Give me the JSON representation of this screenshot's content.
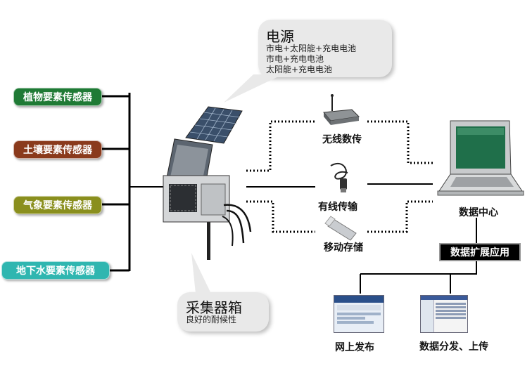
{
  "power": {
    "title": "电源",
    "lines": [
      "市电+太阳能+充电电池",
      "市电+充电电池",
      "太阳能+充电电池"
    ]
  },
  "sensors": [
    {
      "label": "植物要素传感器",
      "color": "#1f7a35"
    },
    {
      "label": "土壤要素传感器",
      "color": "#8a3a1c"
    },
    {
      "label": "气象要素传感器",
      "color": "#8a8f1e"
    },
    {
      "label": "地下水要素传感器",
      "color": "#2fb6b0"
    }
  ],
  "collector": {
    "title": "采集器箱",
    "subtitle": "良好的耐候性"
  },
  "links": {
    "wireless": "无线数传",
    "wired": "有线传输",
    "mobile": "移动存储"
  },
  "datacenter": {
    "label": "数据中心",
    "extension": "数据扩展应用"
  },
  "apps": {
    "web": "网上发布",
    "distribute": "数据分发、上传"
  },
  "colors": {
    "line": "#000000",
    "extension_bg": "#000000"
  }
}
